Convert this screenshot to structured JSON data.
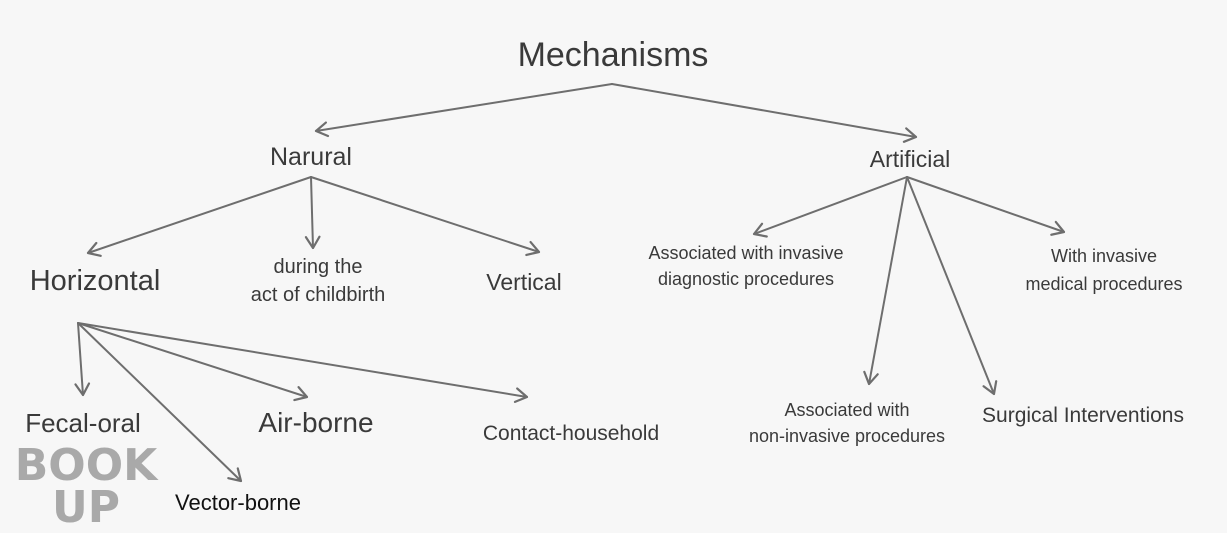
{
  "diagram": {
    "nodes": {
      "root": "Mechanisms",
      "natural": "Narural",
      "artificial": "Artificial",
      "horizontal": "Horizontal",
      "childbirth": [
        "during the",
        "act of childbirth"
      ],
      "vertical": "Vertical",
      "assoc_invasive": [
        "Associated with invasive",
        "diagnostic procedures"
      ],
      "with_invasive": [
        "With invasive",
        "medical procedures"
      ],
      "assoc_noninvasive": [
        "Associated with",
        "non-invasive procedures"
      ],
      "surgical": "Surgical Interventions",
      "fecal_oral": "Fecal-oral",
      "air_borne": "Air-borne",
      "contact_household": "Contact-household",
      "vector_borne": "Vector-borne"
    },
    "edges": [
      {
        "from": "root",
        "to": "natural"
      },
      {
        "from": "root",
        "to": "artificial"
      },
      {
        "from": "natural",
        "to": "horizontal"
      },
      {
        "from": "natural",
        "to": "childbirth"
      },
      {
        "from": "natural",
        "to": "vertical"
      },
      {
        "from": "artificial",
        "to": "assoc_invasive"
      },
      {
        "from": "artificial",
        "to": "with_invasive"
      },
      {
        "from": "artificial",
        "to": "assoc_noninvasive"
      },
      {
        "from": "artificial",
        "to": "surgical"
      },
      {
        "from": "horizontal",
        "to": "fecal_oral"
      },
      {
        "from": "horizontal",
        "to": "vector_borne"
      },
      {
        "from": "horizontal",
        "to": "air_borne"
      },
      {
        "from": "horizontal",
        "to": "contact_household"
      }
    ],
    "edge_color": "#6e6e6e"
  },
  "watermark": {
    "line1": "BOOK",
    "line2": "UP",
    "color": "#a9a9a9"
  }
}
